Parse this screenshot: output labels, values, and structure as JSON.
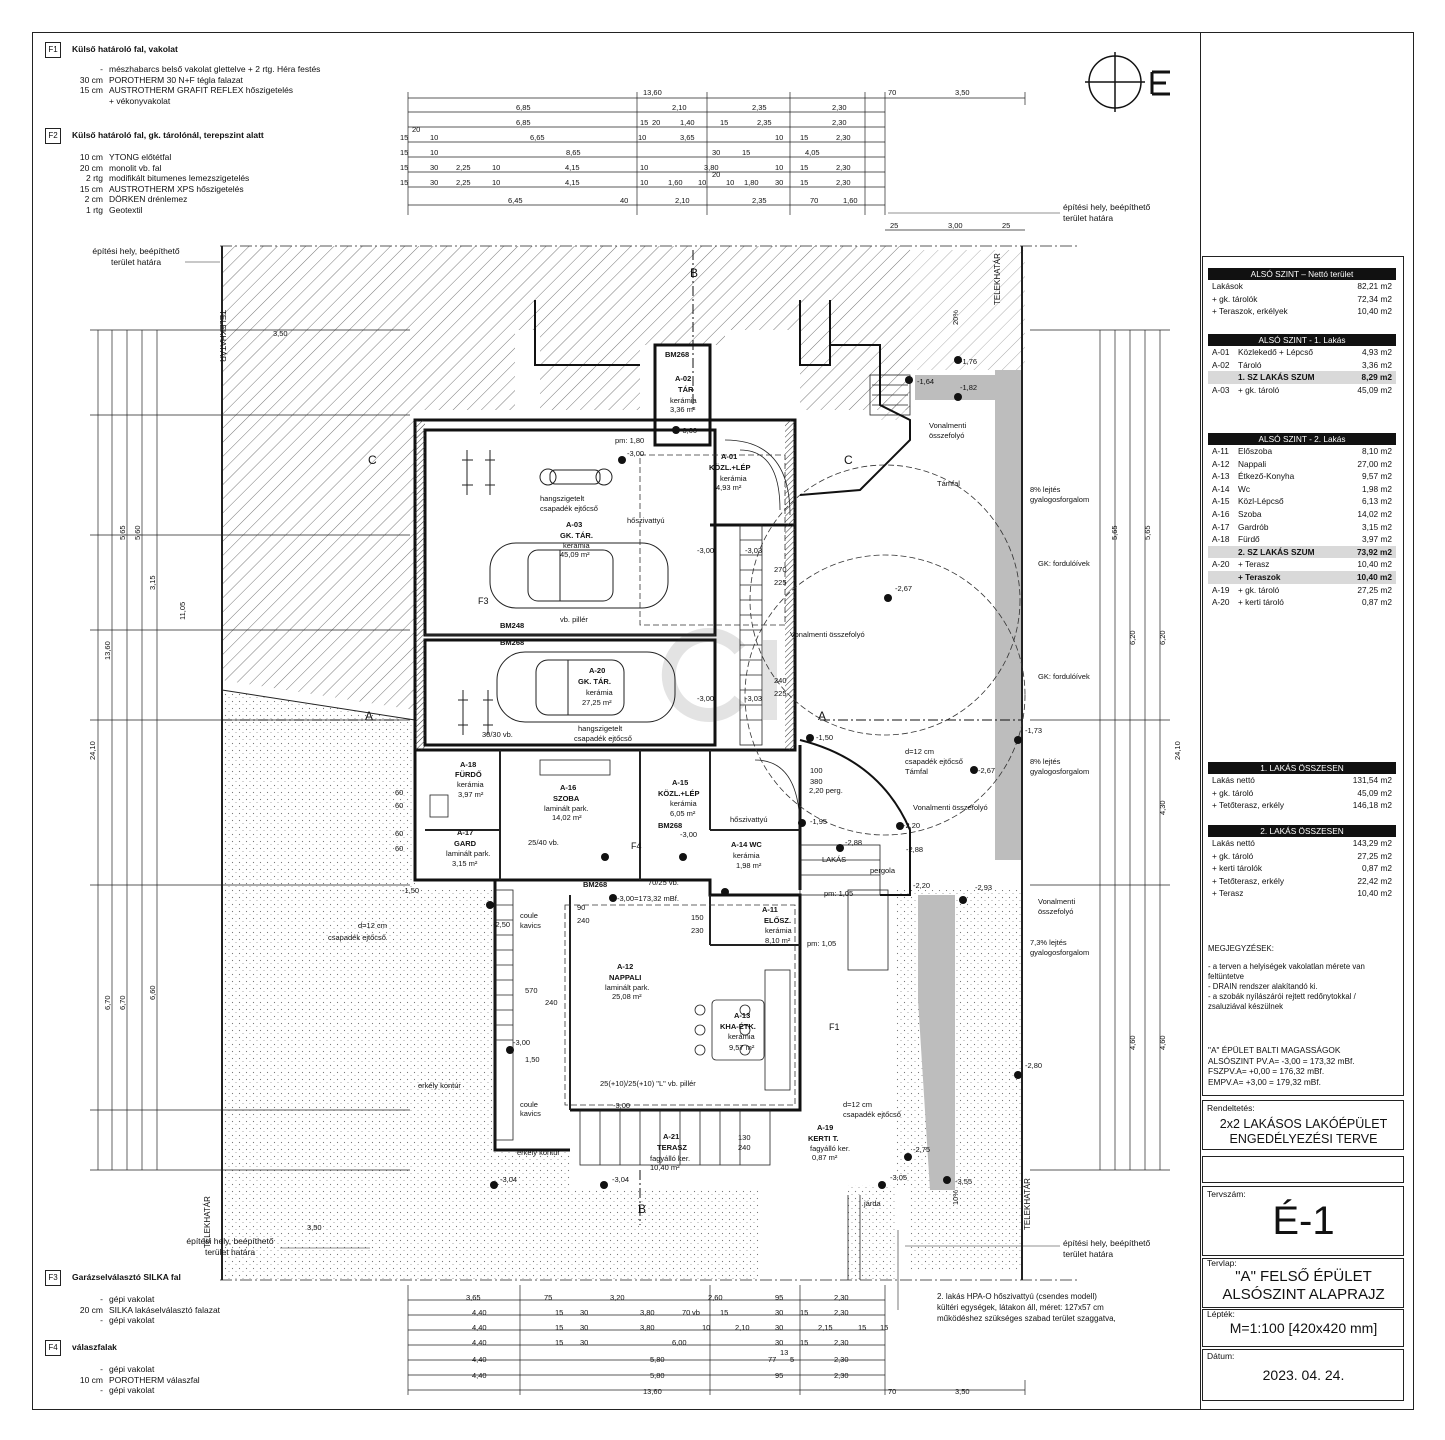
{
  "legend": {
    "F1": {
      "tag": "F1",
      "title": "Külső határoló fal, vakolat",
      "rows": [
        {
          "thick": "-",
          "material": "mészhabarcs belső vakolat glettelve + 2 rtg. Héra festés"
        },
        {
          "thick": "30 cm",
          "material": "POROTHERM 30 N+F  tégla falazat"
        },
        {
          "thick": "15 cm",
          "material": "AUSTROTHERM  GRAFIT REFLEX hőszigetelés"
        },
        {
          "thick": "",
          "material": "+ vékonyvakolat"
        }
      ]
    },
    "F2": {
      "tag": "F2",
      "title": "Külső határoló fal, gk. tárolónál, terepszint alatt",
      "rows": [
        {
          "thick": "10 cm",
          "material": "YTONG előtétfal"
        },
        {
          "thick": "20 cm",
          "material": "monolit vb. fal"
        },
        {
          "thick": "2 rtg",
          "material": "modifikált bitumenes lemezszigetelés"
        },
        {
          "thick": "15 cm",
          "material": "AUSTROTHERM XPS hőszigetelés"
        },
        {
          "thick": "2 cm",
          "material": "DÖRKEN  drénlemez"
        },
        {
          "thick": "1 rtg",
          "material": "Geotextil"
        }
      ]
    },
    "F3": {
      "tag": "F3",
      "title": "Garázselválasztó SILKA fal",
      "rows": [
        {
          "thick": "-",
          "material": "gépi vakolat"
        },
        {
          "thick": "20 cm",
          "material": "SILKA lakáselválasztó falazat"
        },
        {
          "thick": "-",
          "material": "gépi vakolat"
        }
      ]
    },
    "F4": {
      "tag": "F4",
      "title": "válaszfalak",
      "rows": [
        {
          "thick": "-",
          "material": "gépi vakolat"
        },
        {
          "thick": "10 cm",
          "material": "POROTHERM válaszfal"
        },
        {
          "thick": "-",
          "material": "gépi vakolat"
        }
      ]
    }
  },
  "summary": {
    "title": "ALSÓ SZINT – Nettó terület",
    "rows": [
      {
        "code": "Lakások",
        "name": "",
        "value": "82,21 m2"
      },
      {
        "code": "+ gk. tárolók",
        "name": "",
        "value": "72,34 m2"
      },
      {
        "code": "+ Teraszok, erkélyek",
        "name": "",
        "value": "10,40 m2"
      }
    ]
  },
  "flat1": {
    "title": "ALSÓ SZINT -  1. Lakás",
    "rows": [
      {
        "code": "A-01",
        "name": "Közlekedő + Lépcső",
        "value": "4,93 m2",
        "hl": false
      },
      {
        "code": "A-02",
        "name": "Tároló",
        "value": "3,36 m2",
        "hl": false
      },
      {
        "code": "",
        "name": "1. SZ LAKÁS SZUM",
        "value": "8,29 m2",
        "hl": true
      },
      {
        "code": "A-03",
        "name": "+ gk. tároló",
        "value": "45,09 m2",
        "hl": false
      }
    ]
  },
  "flat2": {
    "title": "ALSÓ SZINT -  2. Lakás",
    "rows": [
      {
        "code": "A-11",
        "name": "Előszoba",
        "value": "8,10 m2",
        "hl": false
      },
      {
        "code": "A-12",
        "name": "Nappali",
        "value": "27,00 m2",
        "hl": false
      },
      {
        "code": "A-13",
        "name": "Étkező-Konyha",
        "value": "9,57 m2",
        "hl": false
      },
      {
        "code": "A-14",
        "name": "Wc",
        "value": "1,98 m2",
        "hl": false
      },
      {
        "code": "A-15",
        "name": "Közl-Lépcső",
        "value": "6,13 m2",
        "hl": false
      },
      {
        "code": "A-16",
        "name": "Szoba",
        "value": "14,02 m2",
        "hl": false
      },
      {
        "code": "A-17",
        "name": "Gardrób",
        "value": "3,15 m2",
        "hl": false
      },
      {
        "code": "A-18",
        "name": "Fürdő",
        "value": "3,97 m2",
        "hl": false
      },
      {
        "code": "",
        "name": "2. SZ LAKÁS SZUM",
        "value": "73,92 m2",
        "hl": true
      },
      {
        "code": "A-20",
        "name": "+ Terasz",
        "value": "10,40 m2",
        "hl": false
      },
      {
        "code": "",
        "name": "+ Teraszok",
        "value": "10,40 m2",
        "hl": true
      },
      {
        "code": "A-19",
        "name": "+ gk. tároló",
        "value": "27,25 m2",
        "hl": false
      },
      {
        "code": "A-20",
        "name": "+ kerti tároló",
        "value": "0,87 m2",
        "hl": false
      }
    ]
  },
  "total1": {
    "title": "1. LAKÁS ÖSSZESEN",
    "rows": [
      {
        "code": "Lakás nettó",
        "name": "",
        "value": "131,54 m2"
      },
      {
        "code": "+ gk. tároló",
        "name": "",
        "value": "45,09 m2"
      },
      {
        "code": "+ Tetőterasz, erkély",
        "name": "",
        "value": "146,18 m2"
      }
    ]
  },
  "total2": {
    "title": "2. LAKÁS ÖSSZESEN",
    "rows": [
      {
        "code": "Lakás nettó",
        "name": "",
        "value": "143,29 m2"
      },
      {
        "code": "+ gk. tároló",
        "name": "",
        "value": "27,25 m2"
      },
      {
        "code": "+ kerti tárolók",
        "name": "",
        "value": "0,87 m2"
      },
      {
        "code": "+ Tetőterasz, erkély",
        "name": "",
        "value": "22,42 m2"
      },
      {
        "code": "+ Terasz",
        "name": "",
        "value": "10,40 m2"
      }
    ]
  },
  "notes": {
    "title": "MEGJEGYZÉSEK:",
    "lines": [
      "- a terven a helyiségek vakolatlan mérete van",
      "feltüntetve",
      "- DRAIN rendszer alakítandó ki.",
      "- a szobák nyílászárói rejtett redőnytokkal /",
      "zsaluziával készülnek"
    ]
  },
  "levels": {
    "lines": [
      "\"A\" ÉPÜLET BALTI MAGASSÁGOK",
      "ALSÓSZINT PV.A= -3,00 = 173,32 mBf.",
      "FSZPV.A= +0,00 = 176,32 mBf.",
      "EMPV.A= +3,00 = 179,32 mBf."
    ]
  },
  "titleblock": {
    "purpose_label": "Rendeltetés:",
    "purpose_1": "2x2 LAKÁSOS LAKÓÉPÜLET",
    "purpose_2": "ENGEDÉLYEZÉSI TERVE",
    "plan_no_label": "Tervszám:",
    "plan_no": "É-1",
    "sheet_label": "Tervlap:",
    "sheet_1": "\"A\" FELSŐ ÉPÜLET",
    "sheet_2": "ALSÓSZINT ALAPRAJZ",
    "scale_label": "Lépték:",
    "scale": "M=1:100 [420x420 mm]",
    "date_label": "Dátum:",
    "date": "2023. 04. 24."
  },
  "plan": {
    "rooms": [
      {
        "code": "A-02",
        "name": "TÁR",
        "floor": "kerámia",
        "area": "3,36 m²"
      },
      {
        "code": "A-01",
        "name": "KÖZL.+LÉP",
        "floor": "kerámia",
        "area": "4,93 m²"
      },
      {
        "code": "A-03",
        "name": "GK. TÁR.",
        "floor": "kerámia",
        "area": "45,09 m²"
      },
      {
        "code": "A-20",
        "name": "GK. TÁR.",
        "floor": "kerámia",
        "area": "27,25 m²"
      },
      {
        "code": "A-18",
        "name": "FÜRDŐ",
        "floor": "kerámia",
        "area": "3,97 m²"
      },
      {
        "code": "A-16",
        "name": "SZOBA",
        "floor": "laminált park.",
        "area": "14,02 m²"
      },
      {
        "code": "A-15",
        "name": "KÖZL.+LÉP",
        "floor": "kerámia",
        "area": "6,05 m²"
      },
      {
        "code": "A-17",
        "name": "GARD",
        "floor": "laminált park.",
        "area": "3,15 m²"
      },
      {
        "code": "A-14",
        "name": "WC",
        "floor": "kerámia",
        "area": "1,98 m²"
      },
      {
        "code": "A-11",
        "name": "ELŐSZ.",
        "floor": "kerámia",
        "area": "8,10 m²"
      },
      {
        "code": "A-12",
        "name": "NAPPALI",
        "floor": "laminált park.",
        "area": "25,08 m²"
      },
      {
        "code": "A-13",
        "name": "KHA-ÉTK.",
        "floor": "kerámia",
        "area": "9,57 m²"
      },
      {
        "code": "A-21",
        "name": "TERASZ",
        "floor": "fagyálló ker.",
        "area": "10,40 m²"
      },
      {
        "code": "A-19",
        "name": "KERTI T.",
        "floor": "fagyálló ker.",
        "area": "0,87 m²"
      }
    ],
    "labels": {
      "site_limit": "építési hely, beépíthető",
      "site_limit_2": "terület határa",
      "plot_border": "TELEKHATÁR",
      "gutter": "Vonalmenti",
      "gutter_2": "összefolyó",
      "gutter_full": "Vonalmenti összefolyó",
      "support_wall": "Támfal",
      "slope_8": "8% lejtés",
      "pedestrian": "gyalogosforgalom",
      "slope_73": "7,3% lejtés",
      "turning": "GK: fordulóívek",
      "downpipe_1": "d=12 cm",
      "downpipe_2": "csapadék ejtőcső",
      "pergola": "pergola",
      "balcony": "erkély kontúr",
      "gravel_1": "coule",
      "gravel_2": "kavics",
      "column": "25(+10)/25(+10) \"L\" vb. pillér",
      "insulated": "hangszigetelt",
      "downpipe_ins": "csapadék ejtőcső",
      "heatpump": "hőszivattyú",
      "heatpump_note_1": "2. lakás HPA-O hőszivattyú (csendes modell)",
      "heatpump_note_2": "kültéri egységek, látakon áll, méret: 127x57 cm",
      "heatpump_note_3": "működéshez szükséges szabad terület szaggatva,",
      "level_main": "-3,00=173,32 mBf.",
      "bm248": "BM248",
      "bm268": "BM268",
      "pillar": "vb. pillér",
      "beam_1": "30/30 vb.",
      "beam_2": "25/40 vb.",
      "beam_3": "70/25 vb.",
      "walkway": "járda"
    },
    "dims_top": [
      "13,60",
      "70",
      "3,50",
      "6,85",
      "2,10",
      "2,35",
      "2,30",
      "6,65",
      "3,65",
      "8,65",
      "4,05",
      "4,15",
      "3,80",
      "6,45",
      "40",
      "1,60"
    ],
    "dims_bottom": [
      "3,65",
      "75",
      "3,20",
      "2,60",
      "95",
      "2,30",
      "4,40",
      "3,80",
      "5,80",
      "6,00",
      "13,60",
      "70",
      "3,50"
    ],
    "dims_side": [
      "24,10",
      "13,60",
      "11,05",
      "6,70",
      "5,65",
      "3,15",
      "4,30",
      "6,20"
    ],
    "levels": [
      "-3,00",
      "-1,76",
      "-1,82",
      "-1,64",
      "-2,67",
      "-1,73",
      "-1,50",
      "-2,80",
      "-2,75",
      "-3,55",
      "-3,04",
      "-3,05",
      "-1,95",
      "-2,88",
      "-2,20",
      "-2,93",
      "pm: 1,80",
      "pm: 1,05"
    ],
    "section_marks": [
      "A",
      "B",
      "C"
    ]
  }
}
